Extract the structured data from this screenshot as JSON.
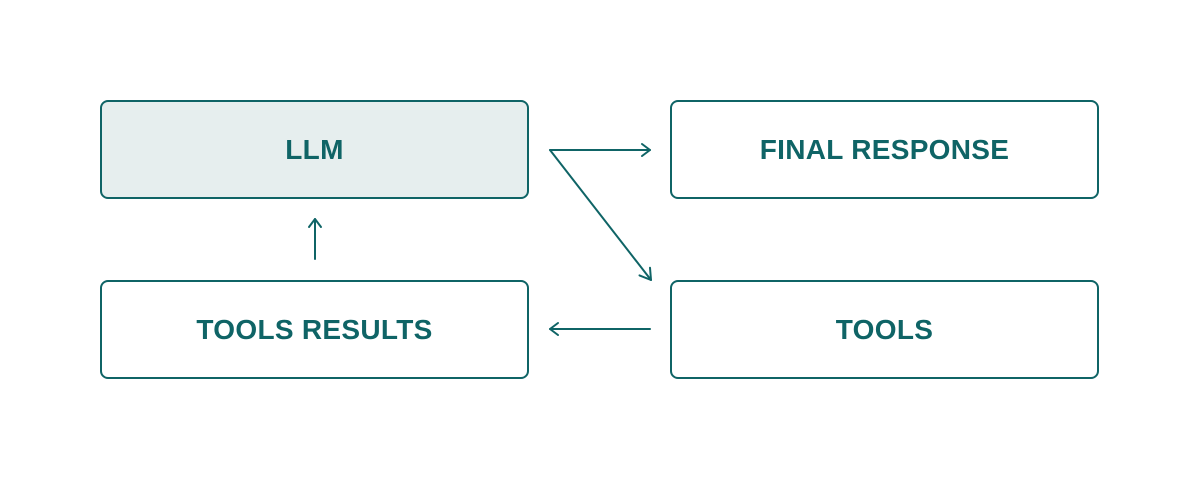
{
  "diagram": {
    "nodes": {
      "llm": {
        "label": "LLM"
      },
      "final_response": {
        "label": "FINAL RESPONSE"
      },
      "tools": {
        "label": "TOOLS"
      },
      "tools_results": {
        "label": "TOOLS RESULTS"
      }
    },
    "edges": [
      {
        "from": "LLM",
        "to": "FINAL RESPONSE"
      },
      {
        "from": "LLM",
        "to": "TOOLS"
      },
      {
        "from": "TOOLS",
        "to": "TOOLS RESULTS"
      },
      {
        "from": "TOOLS RESULTS",
        "to": "LLM"
      }
    ],
    "colors": {
      "accent": "#0f6466",
      "highlight_fill": "#e6eeee",
      "background": "#ffffff"
    }
  }
}
